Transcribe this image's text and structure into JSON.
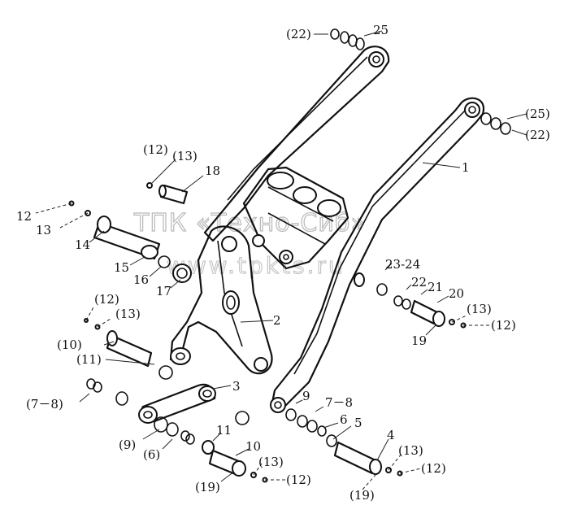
{
  "watermark": {
    "line1": "ТПК «Техно-Сиб»",
    "line2": "www.tpkts.ru"
  },
  "labels": [
    {
      "id": "l22a",
      "text": "(22)"
    },
    {
      "id": "l25a",
      "text": "25"
    },
    {
      "id": "l25b",
      "text": "(25)"
    },
    {
      "id": "l22b",
      "text": "(22)"
    },
    {
      "id": "l1",
      "text": "1"
    },
    {
      "id": "l12a",
      "text": "(12)"
    },
    {
      "id": "l13a",
      "text": "(13)"
    },
    {
      "id": "l18",
      "text": "18"
    },
    {
      "id": "l12b",
      "text": "12"
    },
    {
      "id": "l13b",
      "text": "13"
    },
    {
      "id": "l14",
      "text": "14"
    },
    {
      "id": "l15",
      "text": "15"
    },
    {
      "id": "l16",
      "text": "16"
    },
    {
      "id": "l17",
      "text": "17"
    },
    {
      "id": "l2",
      "text": "2"
    },
    {
      "id": "l23",
      "text": "23-24"
    },
    {
      "id": "l22c",
      "text": "22"
    },
    {
      "id": "l21",
      "text": "21"
    },
    {
      "id": "l20",
      "text": "20"
    },
    {
      "id": "l13c",
      "text": "(13)"
    },
    {
      "id": "l12c",
      "text": "(12)"
    },
    {
      "id": "l19a",
      "text": "19"
    },
    {
      "id": "l12d",
      "text": "(12)"
    },
    {
      "id": "l13d",
      "text": "(13)"
    },
    {
      "id": "l10a",
      "text": "(10)"
    },
    {
      "id": "l11a",
      "text": "(11)"
    },
    {
      "id": "l3",
      "text": "3"
    },
    {
      "id": "l78a",
      "text": "(7－8)"
    },
    {
      "id": "l9a",
      "text": "9"
    },
    {
      "id": "l78b",
      "text": "7－8"
    },
    {
      "id": "l6a",
      "text": "6"
    },
    {
      "id": "l5",
      "text": "5"
    },
    {
      "id": "l9b",
      "text": "(9)"
    },
    {
      "id": "l6b",
      "text": "(6)"
    },
    {
      "id": "l11b",
      "text": "11"
    },
    {
      "id": "l10b",
      "text": "10"
    },
    {
      "id": "l4",
      "text": "4"
    },
    {
      "id": "l13e",
      "text": "(13)"
    },
    {
      "id": "l12e",
      "text": "(12)"
    },
    {
      "id": "l13f",
      "text": "(13)"
    },
    {
      "id": "l12f",
      "text": "(12)"
    },
    {
      "id": "l19b",
      "text": "(19)"
    },
    {
      "id": "l19c",
      "text": "(19)"
    }
  ]
}
